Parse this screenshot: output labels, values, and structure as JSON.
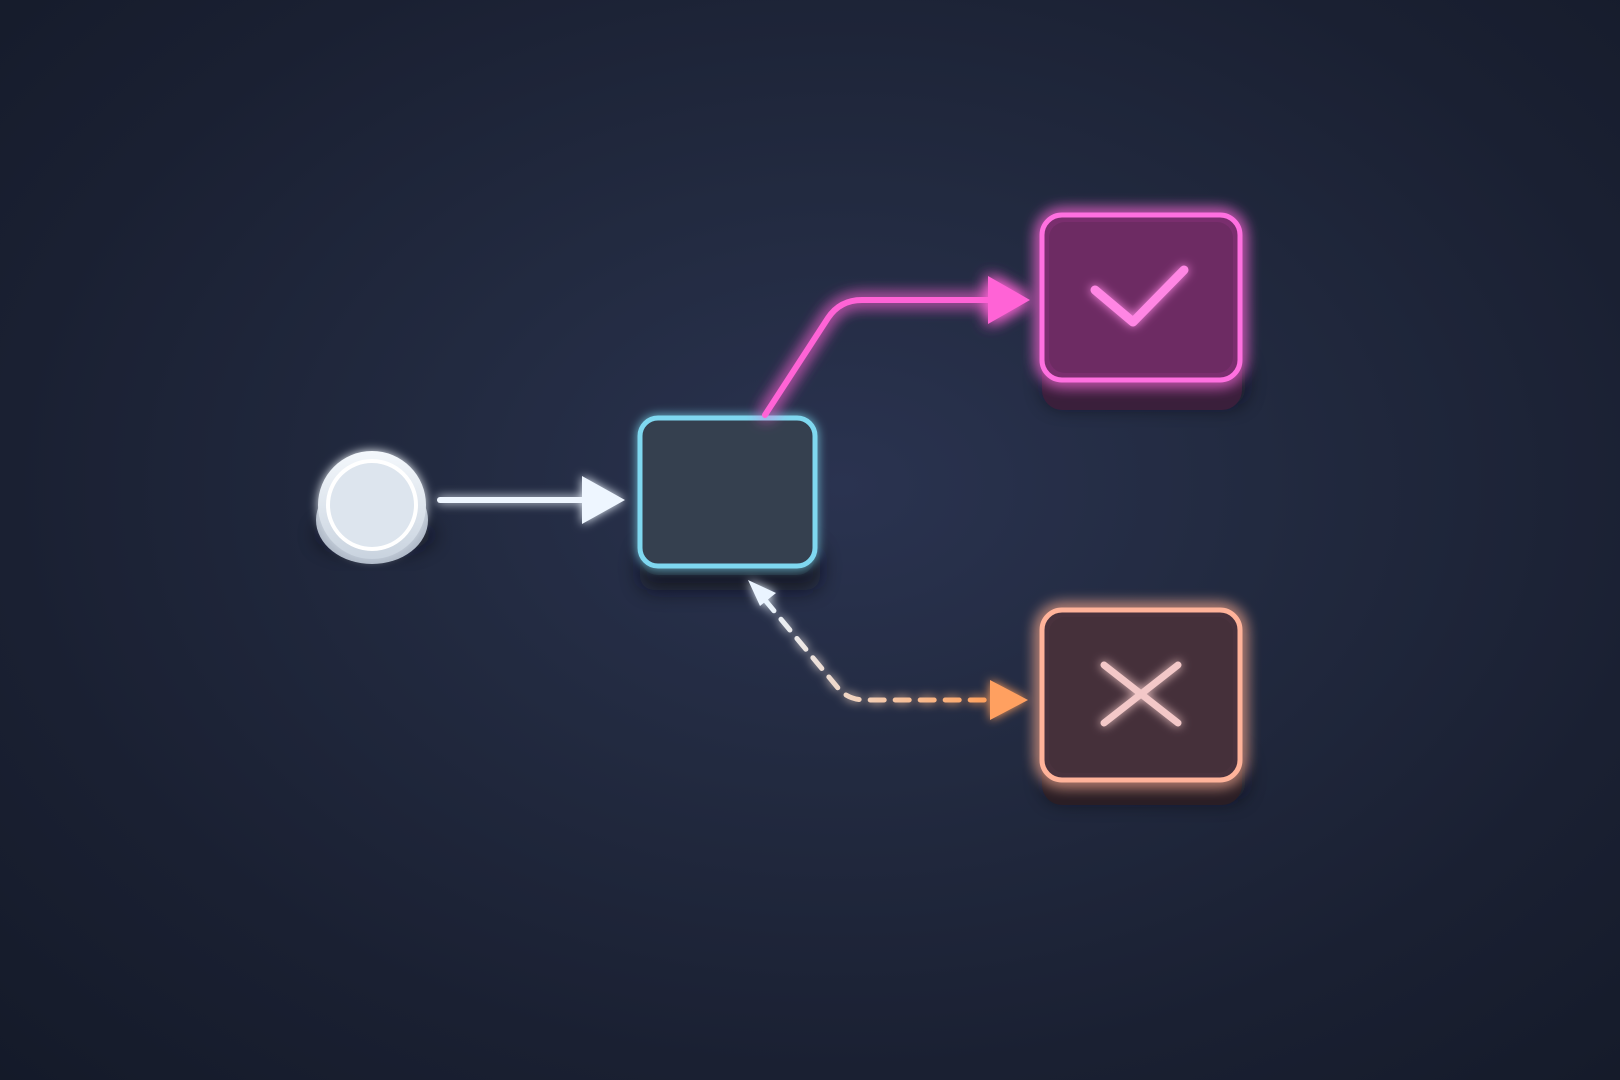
{
  "diagram": {
    "nodes": [
      {
        "id": "start",
        "shape": "circle",
        "icon": "none"
      },
      {
        "id": "process",
        "shape": "rounded-rect",
        "icon": "none"
      },
      {
        "id": "success",
        "shape": "rounded-rect",
        "icon": "check-icon"
      },
      {
        "id": "failure",
        "shape": "rounded-rect",
        "icon": "x-icon"
      }
    ],
    "edges": [
      {
        "from": "start",
        "to": "process",
        "style": "solid"
      },
      {
        "from": "process",
        "to": "success",
        "style": "solid"
      },
      {
        "from": "failure",
        "to": "process",
        "style": "dashed",
        "bidirectional": true
      }
    ],
    "colors": {
      "background": "#1b2233",
      "start": "#e6edf5",
      "process": "#7fd8f0",
      "success": "#ff5fd2",
      "failure": "#ffb49a",
      "dashed_edge_start": "#e8f4ff",
      "dashed_edge_end": "#ff9f5a"
    }
  }
}
